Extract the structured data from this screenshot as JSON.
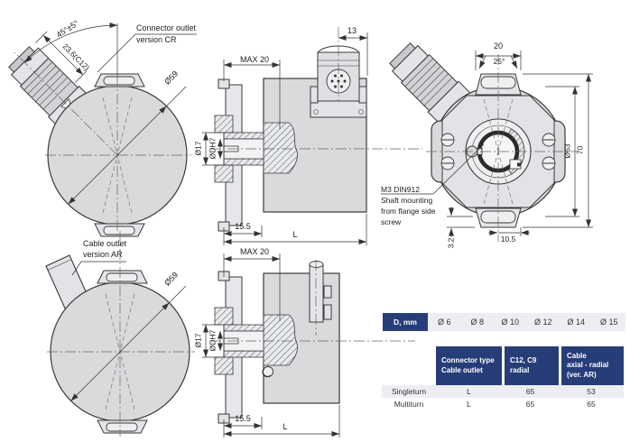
{
  "annotations": {
    "connector_cr": [
      "Connector outlet",
      "version CR"
    ],
    "cable_ar": [
      "Cable outlet",
      "version AR"
    ],
    "m3_note": [
      "M3 DIN912",
      "Shaft mounting",
      "from flange side",
      "screw"
    ]
  },
  "dims": {
    "angle45": "45°±5°",
    "len_c12": "23.6(C12)",
    "dia59": "Ø59",
    "d13": "13",
    "max20": "MAX 20",
    "dia17": "Ø17",
    "diaDH7": "ØDH7",
    "d155": "15.5",
    "dL": "L",
    "d20": "20",
    "angle25": "25°",
    "dia63": "Ø63",
    "d70": "70",
    "d32": "3.2",
    "d105": "10.5"
  },
  "size_table": {
    "header": "D, mm",
    "values": [
      "Ø 6",
      "Ø 8",
      "Ø 10",
      "Ø 12",
      "Ø 14",
      "Ø 15"
    ]
  },
  "spec_table": {
    "columns": [
      "Connector type\nCable outlet",
      "C12, C9\nradial",
      "Cable\naxial - radial\n(ver. AR)"
    ],
    "rows": [
      {
        "label": "Singleturn",
        "connector": "L",
        "c12": "65",
        "cable": "53"
      },
      {
        "label": "Multiturn",
        "connector": "L",
        "c12": "65",
        "cable": "65"
      }
    ]
  },
  "colors": {
    "navy": "#263D78",
    "row_gray": "#EDEEF3",
    "body_gray": "#D9DADC",
    "line": "#3A3A3A"
  }
}
